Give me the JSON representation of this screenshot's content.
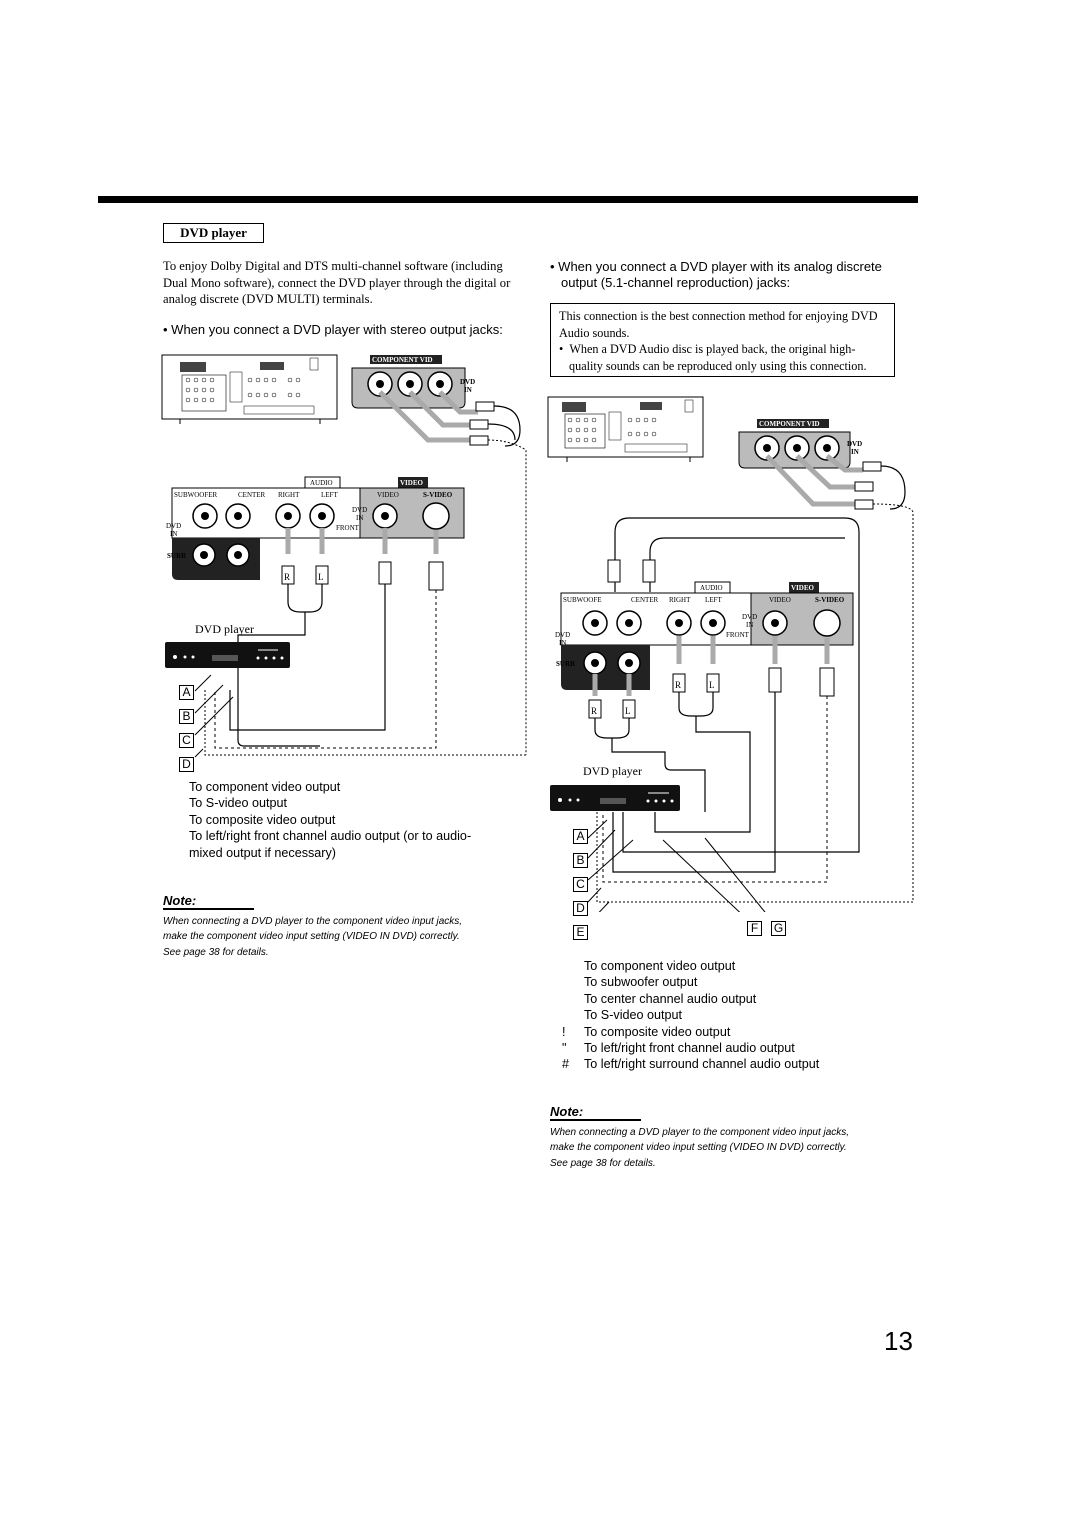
{
  "section": {
    "title": "DVD player"
  },
  "left": {
    "intro": [
      "To enjoy Dolby Digital and DTS multi-channel software (including",
      "Dual Mono software), connect the DVD player through the digital or",
      "analog discrete (DVD MULTI) terminals."
    ],
    "bullet": "When you connect a DVD player with stereo output jacks:",
    "legend": [
      {
        "sym": "",
        "text": "To component video output"
      },
      {
        "sym": "",
        "text": "To S-video output"
      },
      {
        "sym": "",
        "text": "To composite video output"
      },
      {
        "sym": "",
        "text": "To left/right front channel audio output (or to audio-"
      },
      {
        "sym": "",
        "text": "mixed output if necessary)"
      }
    ],
    "note": {
      "title": "Note:",
      "lines": [
        "When connecting a DVD player to the component video input jacks,",
        "make the component video input setting (VIDEO IN DVD) correctly.",
        "See page 38 for details."
      ]
    }
  },
  "right": {
    "bullet_lines": [
      "When you connect a DVD player with its analog discrete",
      "output (5.1-channel reproduction) jacks:"
    ],
    "infobox": {
      "lines": [
        "This connection is the best connection method for enjoying DVD",
        "Audio sounds."
      ],
      "bullet": "When a DVD Audio disc is played back, the original high-",
      "bullet_cont": "quality sounds can be reproduced only using this connection."
    },
    "legend": [
      {
        "sym": "",
        "text": "To component video output"
      },
      {
        "sym": "",
        "text": "To subwoofer output"
      },
      {
        "sym": "",
        "text": "To center channel audio output"
      },
      {
        "sym": "",
        "text": "To S-video output"
      },
      {
        "sym": "!",
        "text": "To composite video output"
      },
      {
        "sym": "\"",
        "text": "To left/right front channel audio output"
      },
      {
        "sym": "#",
        "text": "To left/right surround channel audio output"
      }
    ],
    "note": {
      "title": "Note:",
      "lines": [
        "When connecting a DVD player to the component video input jacks,",
        "make the component video input setting (VIDEO IN DVD) correctly.",
        "See page 38 for details."
      ]
    }
  },
  "diagram_labels": {
    "component_video": "COMPONENT VID",
    "dvd_in": "DVD",
    "in": "IN",
    "audio": "AUDIO",
    "video_header": "VIDEO",
    "subwoofer": "SUBWOOFER",
    "subwoofer_short": "SUBWOOFE",
    "center": "CENTER",
    "right": "RIGHT",
    "left": "LEFT",
    "video": "VIDEO",
    "s_video": "S-VIDEO",
    "front": "FRONT",
    "surr": "SURR",
    "dvd_player": "DVD player",
    "plug_r": "R",
    "plug_l": "L",
    "letters_left": [
      "A",
      "B",
      "C",
      "D"
    ],
    "letters_right": [
      "A",
      "B",
      "C",
      "D",
      "E"
    ],
    "letters_fg": [
      "F",
      "G"
    ]
  },
  "page_number": "13"
}
